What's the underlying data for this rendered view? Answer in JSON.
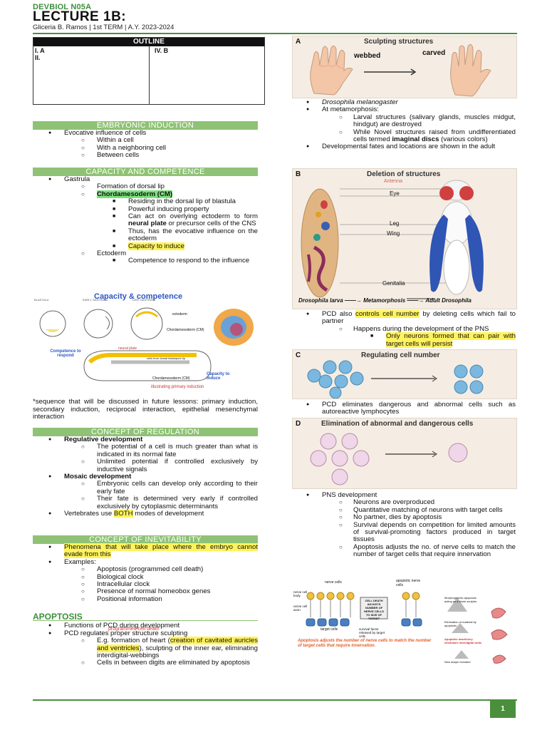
{
  "header": {
    "course": "DEVBIOL N05A",
    "title": "LECTURE 1B:",
    "author": "Gliceria B. Ramos | 1st TERM | A.Y. 2023-2024"
  },
  "outline": {
    "heading": "OUTLINE",
    "col1": [
      "I.  A",
      "II."
    ],
    "col2": [
      "IV.  B"
    ]
  },
  "embryonic": {
    "heading": "EMBRYONIC INDUCTION",
    "item": "Evocative influence of cells",
    "subs": [
      "Within a cell",
      "With a neighboring cell",
      "Between cells"
    ]
  },
  "capacity": {
    "heading": "CAPACITY AND COMPETENCE",
    "gastrula": "Gastrula",
    "s1": "Formation of dorsal lip",
    "s2": "Chordamesoderm (CM)",
    "cm_items": [
      "Residing in the dorsal lip of blastula",
      "Powerful inducing property",
      "Can act on overlying ectoderm to form ",
      "Thus, has the evocative influence on the ectoderm",
      "Capacity to induce"
    ],
    "neural_plate": "neural plate",
    "cm_tail": " or precursor cells of the CNS",
    "ecto": "Ectoderm",
    "ecto_item": "Competence to respond to the influence"
  },
  "fig_capacity": {
    "title": "Capacity & competence",
    "labels": [
      "BLASTULA",
      "EARLY GASTRULA",
      "LATE GASTRULA",
      "ectoderm",
      "Chordamesoderm (CM)",
      "Competence to respond",
      "neural plate",
      "cells from dorsal blastopore lip",
      "Chordamesoderm (CM)",
      "Capacity to induce",
      "illustrating primary induction"
    ]
  },
  "sequence_note": "*sequence that will be discussed in future lessons: primary induction, secondary induction, reciprocal interaction, epithelial mesenchymal interaction",
  "regulation": {
    "heading": "CONCEPT OF REGULATION",
    "reg_dev": "Regulative development",
    "reg_subs": [
      "The potential of a cell is much greater than what is indicated in its normal fate",
      "Unlimited potential if controlled exclusively by inductive signals"
    ],
    "mos_dev": "Mosaic development",
    "mos_subs": [
      "Embryonic cells can develop only according to their early fate",
      "Their fate is determined very early if controlled exclusively by cytoplasmic determinants"
    ],
    "vert_a": "Vertebrates use ",
    "vert_both": "BOTH",
    "vert_b": " modes of development"
  },
  "inevitability": {
    "heading": "CONCEPT OF INEVITABILITY",
    "phen": "Phenomena that will take place where the embryo cannot evade from this",
    "examples": "Examples:",
    "subs": [
      "Apoptosis (programmed cell death)",
      "Biological clock",
      "Intracellular clock",
      "Presence of normal homeobox genes",
      "Positional information"
    ]
  },
  "apoptosis": {
    "heading": "APOPTOSIS",
    "items": [
      "Functions of PCD during development",
      "PCD regulates proper structure sculpting"
    ],
    "annot": "programmed cell death",
    "heart_a": "E.g. formation of heart (",
    "heart_hl": "creation of cavitated auricles and ventricles",
    "heart_b": "), sculpting of the inner ear, eliminating interdigital-webbings",
    "digits": "Cells in between digits are eliminated by apoptosis"
  },
  "fig_a": {
    "letter": "A",
    "title": "Sculpting structures",
    "webbed": "webbed",
    "carved": "carved"
  },
  "drosophila": {
    "species": "Drosophila melanogaster",
    "meta": "At metamorphosis:",
    "larval": "Larval structures (salivary glands, muscles midgut, hindgut) are destroyed",
    "novel_a": "While Novel structures raised from undifferentiated cells termed ",
    "novel_b": "imaginal discs",
    "novel_c": " (various colors)",
    "fates": "Developmental fates and locations are shown in the adult"
  },
  "fig_b": {
    "letter": "B",
    "title": "Deletion of structures",
    "labels": [
      "Antenna",
      "Eye",
      "Leg",
      "Wing",
      "Genitalia"
    ],
    "bottom": "Drosophila larva ——→ Metamorphosis ——→ Adult Drosophila"
  },
  "pcd": {
    "a": "PCD also ",
    "hl": "controls cell number",
    "b": " by deleting cells which fail to partner",
    "pns": "Happens during the development of the PNS",
    "only": "Only neurons formed that can pair with target cells will persist"
  },
  "fig_c": {
    "letter": "C",
    "title": "Regulating cell number"
  },
  "pcd2": "PCD eliminates dangerous and abnormal cells such as autoreactive lymphocytes",
  "fig_d": {
    "letter": "D",
    "title": "Elimination of abnormal and dangerous cells"
  },
  "pns": {
    "heading": "PNS development",
    "subs": [
      "Neurons are overproduced",
      "Quantitative matching of neurons with target cells",
      "No partner, dies by apoptosis",
      "Survival depends on competition for limited amounts of survival-promoting factors produced in target tissues",
      "Apoptosis adjusts the no. of nerve cells to match the number of target cells that require innervation"
    ]
  },
  "fig_e": {
    "labels": [
      "nerve cells",
      "apoptotic nerve cells",
      "nerve cell body",
      "nerve cell axon",
      "CELL DEATH ADJUSTS NUMBER OF NERVE CELLS TO SIZE OF TARGET",
      "target cells",
      "survival factor released by target cells"
    ],
    "caption": "Apoptosis adjusts the number of nerve cells to match the number of target cells that require innervation.",
    "right": [
      "Morphogenetic apoptosis acting as a stone sculptor",
      "Elimination of material by apoptosis",
      "Apoptotic machinery eliminates interdigital webs",
      "New shape revealed"
    ]
  },
  "page_number": "1"
}
